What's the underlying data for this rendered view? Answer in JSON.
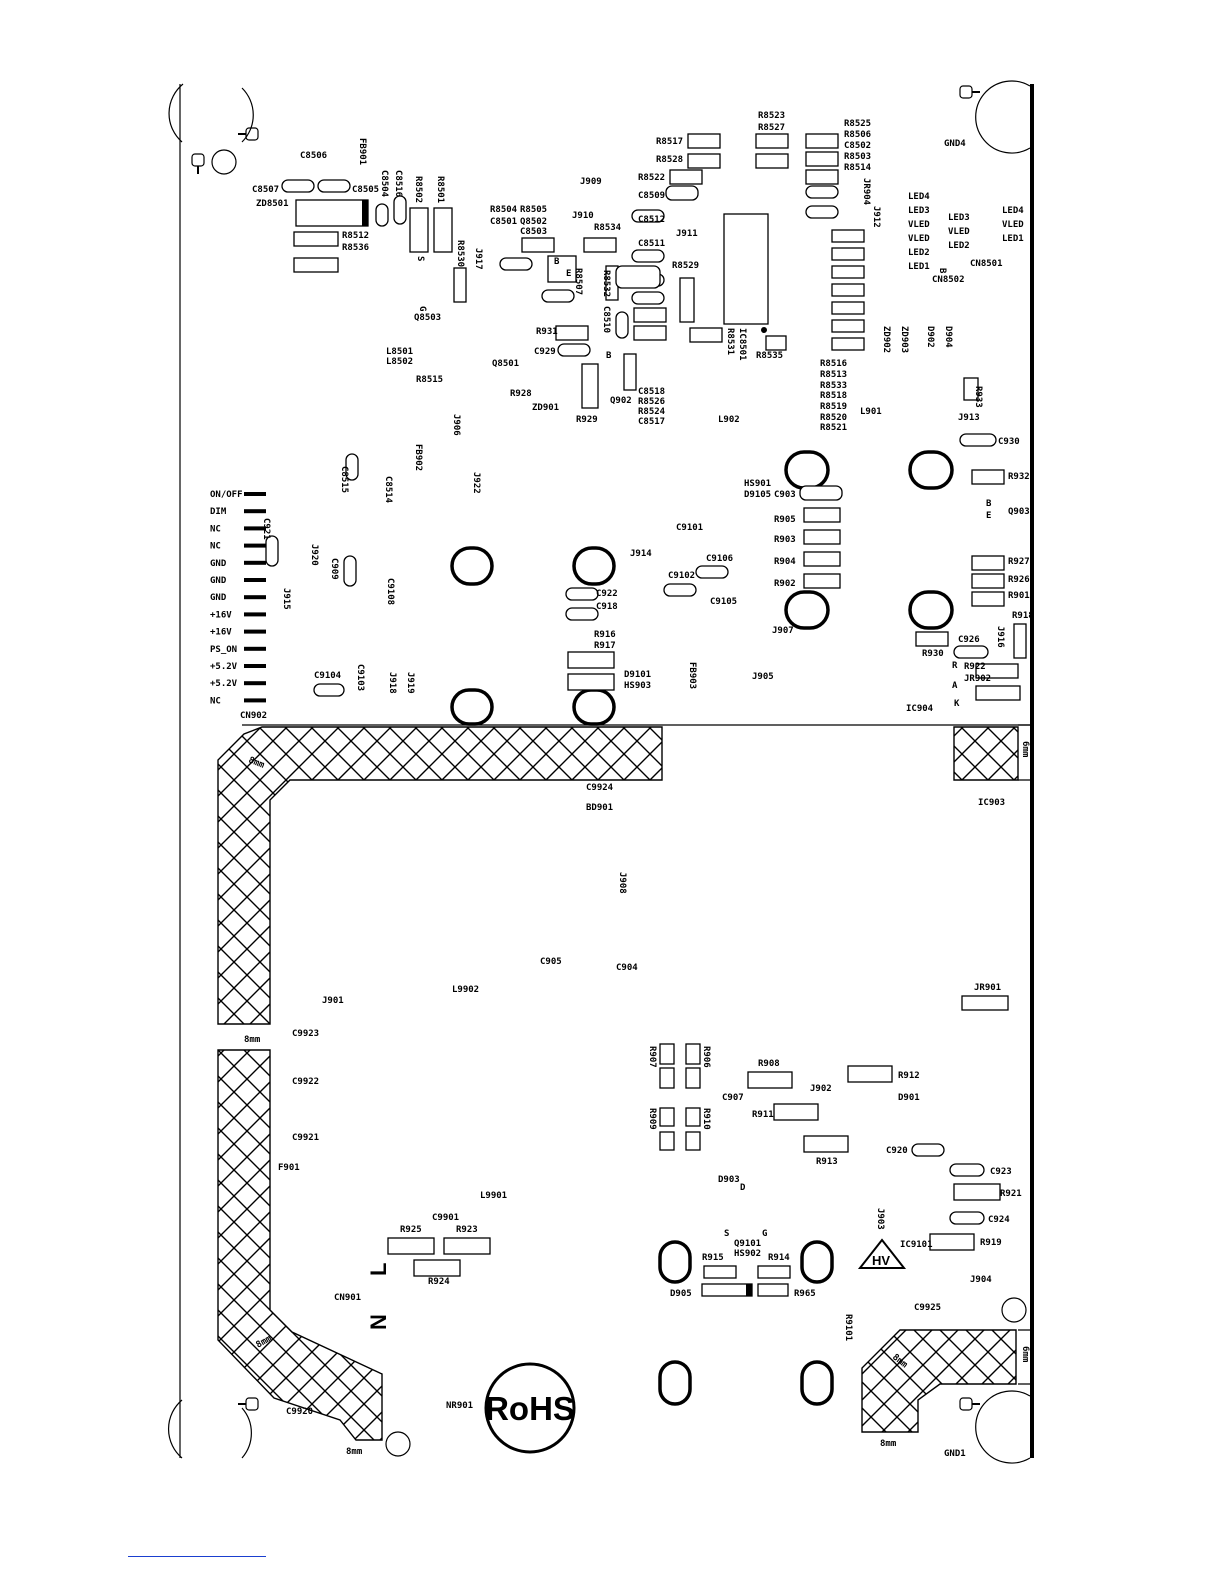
{
  "title": "",
  "components": {
    "header": [
      "FB901",
      "C8506",
      "C8507",
      "C8505",
      "C8504",
      "C8516",
      "ZD8501",
      "R8502",
      "R8501",
      "R8512",
      "R8536",
      "R8530",
      "J917",
      "J909",
      "R8504",
      "R8505",
      "C8501",
      "Q8502",
      "C8503",
      "J910",
      "R8534",
      "C8512",
      "C8511",
      "J911",
      "R8517",
      "R8528",
      "R8522",
      "C8509",
      "R8523",
      "R8527",
      "R8525",
      "R8506",
      "C8502",
      "R8503",
      "R8514",
      "JR904",
      "J912",
      "R8529",
      "R8507",
      "R8532",
      "C8510",
      "IC8501",
      "R8531",
      "R8535",
      "Q8503",
      "L8501",
      "L8502",
      "R8515",
      "R931",
      "C929",
      "Q8501",
      "R928",
      "ZD901",
      "J906",
      "R929",
      "Q902",
      "C8518",
      "R8526",
      "R8524",
      "C8517",
      "L902",
      "R8516",
      "R8513",
      "R8533",
      "R8518",
      "R8519",
      "R8520",
      "R8521",
      "L901",
      "ZD902",
      "ZD903",
      "D902",
      "D904",
      "R933",
      "J913",
      "GND4",
      "CN8501",
      "CN8502"
    ],
    "middle": [
      "FB902",
      "C8515",
      "C8514",
      "J922",
      "C921",
      "J920",
      "J915",
      "C909",
      "C9108",
      "C9101",
      "J914",
      "C9106",
      "C9102",
      "C9105",
      "C922",
      "C918",
      "HS901",
      "D9105",
      "C903",
      "R905",
      "R903",
      "R904",
      "R902",
      "J907",
      "C930",
      "R932",
      "Q903",
      "R927",
      "R926",
      "R901",
      "R918",
      "J916",
      "R930",
      "C926",
      "R922",
      "JR902",
      "IC904",
      "R916",
      "R917",
      "D9101",
      "HS903",
      "FB903",
      "J905",
      "C9104",
      "C9103",
      "J918",
      "J919",
      "CN902",
      "C9924",
      "BD901",
      "IC903"
    ],
    "lower": [
      "J908",
      "C905",
      "C904",
      "L9902",
      "J901",
      "JR901",
      "C9923",
      "C9922",
      "C9921",
      "F901",
      "R907",
      "R906",
      "R909",
      "R910",
      "R908",
      "C907",
      "J902",
      "R911",
      "R912",
      "D901",
      "R913",
      "C920",
      "C923",
      "R921",
      "D903",
      "L9901",
      "C9901",
      "R925",
      "R923",
      "R924",
      "CN901",
      "J903",
      "C924",
      "IC9101",
      "R919",
      "J904",
      "Q9101",
      "HS902",
      "R915",
      "R914",
      "D905",
      "R965",
      "R9101",
      "C9925",
      "C9920",
      "NR901",
      "GND1"
    ]
  },
  "connector_cn902_pins": [
    "ON/OFF",
    "DIM",
    "NC",
    "NC",
    "GND",
    "GND",
    "GND",
    "+16V",
    "+16V",
    "PS_ON",
    "+5.2V",
    "+5.2V",
    "NC"
  ],
  "connector_cn8501_left": [
    "LED4",
    "LED3",
    "VLED",
    "VLED",
    "LED2",
    "LED1"
  ],
  "connector_cn8501_right": [
    "LED4",
    "VLED",
    "LED1"
  ],
  "connector_cn8501_inner": [
    "LED3",
    "VLED",
    "LED2"
  ],
  "pin_letters": {
    "q8503_s": "S",
    "q8503_g": "G",
    "q902_b": "B",
    "cn8502_b": "B",
    "q8502_b": "B",
    "q8502_e": "E",
    "q903_b": "B",
    "q903_e": "E",
    "ic904_r": "R",
    "ic904_a": "A",
    "ic904_k": "K",
    "d903_d": "D",
    "q9101_s": "S",
    "q9101_g": "G"
  },
  "clearance_label": "8mm",
  "clearance_label_side": "6mm",
  "mains_labels": {
    "line": "L",
    "neutral": "N"
  },
  "marks": {
    "rohs": "RoHS",
    "hv": "HV"
  }
}
